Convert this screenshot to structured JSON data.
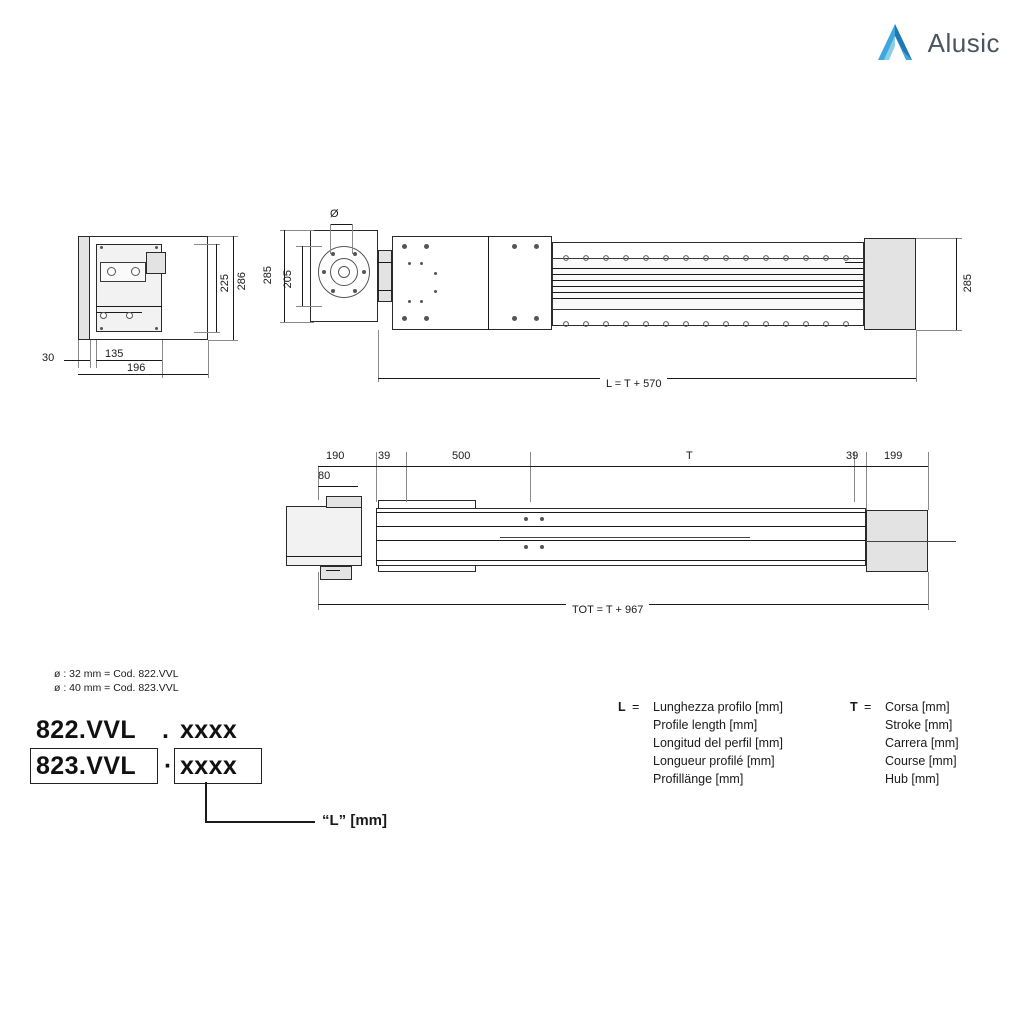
{
  "brand": {
    "name": "Alusic",
    "mark": "alusic-a-logo",
    "color": "#2f9fd8",
    "text_color": "#4b5560"
  },
  "drawing": {
    "title": "linear-actuator-technical-drawing",
    "top_left_view": {
      "dims": [
        {
          "name": "height-286",
          "value": "286"
        },
        {
          "name": "height-225",
          "value": "225"
        },
        {
          "name": "width-30",
          "value": "30"
        },
        {
          "name": "width-135",
          "value": "135"
        },
        {
          "name": "width-196",
          "value": "196"
        }
      ]
    },
    "top_view": {
      "dims": [
        {
          "name": "diameter-symbol",
          "value": "Ø"
        },
        {
          "name": "height-285-left",
          "value": "285"
        },
        {
          "name": "height-205",
          "value": "205"
        },
        {
          "name": "height-285-right",
          "value": "285"
        },
        {
          "name": "length-formula",
          "value": "L = T + 570"
        }
      ]
    },
    "side_view": {
      "dims": [
        {
          "name": "width-190",
          "value": "190"
        },
        {
          "name": "width-39-left",
          "value": "39"
        },
        {
          "name": "width-500",
          "value": "500"
        },
        {
          "name": "stroke-T",
          "value": "T"
        },
        {
          "name": "width-39-right",
          "value": "39"
        },
        {
          "name": "width-199",
          "value": "199"
        },
        {
          "name": "height-80",
          "value": "80"
        },
        {
          "name": "total-formula",
          "value": "TOT = T + 967"
        }
      ]
    }
  },
  "codes": {
    "notes": [
      "ø : 32 mm = Cod. 822.VVL",
      "ø : 40 mm = Cod. 823.VVL"
    ],
    "code_a": "822.VVL",
    "code_b": "823.VVL",
    "sep_a": ".",
    "sep_b": "·",
    "var_a": "xxxx",
    "var_b": "xxxx",
    "callout": "“L” [mm]"
  },
  "legend": {
    "left": {
      "symbol": "L",
      "equals": "=",
      "lines": [
        "Lunghezza profilo [mm]",
        "Profile length [mm]",
        "Longitud del perfil [mm]",
        "Longueur profilé [mm]",
        "Profillänge [mm]"
      ]
    },
    "right": {
      "symbol": "T",
      "equals": "=",
      "lines": [
        "Corsa [mm]",
        "Stroke [mm]",
        "Carrera [mm]",
        "Course [mm]",
        "Hub [mm]"
      ]
    }
  }
}
